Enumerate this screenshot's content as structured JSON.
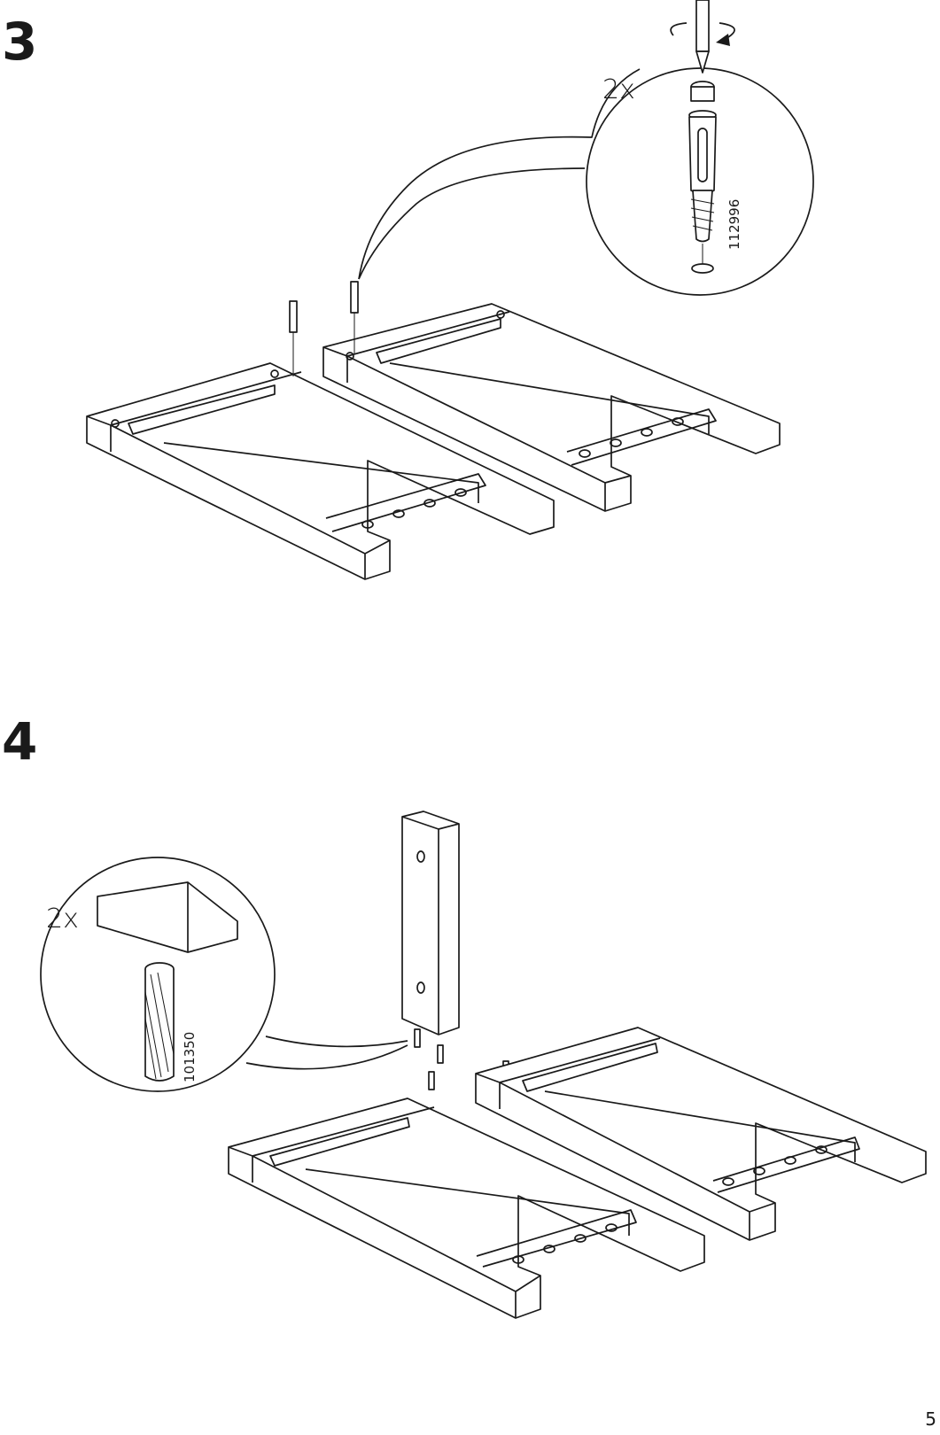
{
  "steps": [
    {
      "number": "3",
      "quantity": "2x",
      "part_number": "112996"
    },
    {
      "number": "4",
      "quantity": "2x",
      "part_number": "101350"
    }
  ],
  "page_number": "5",
  "icons": [
    "cam-bolt-icon",
    "screwdriver-icon",
    "rotate-arrow-icon",
    "wooden-dowel-icon",
    "frame-icon",
    "panel-icon"
  ]
}
